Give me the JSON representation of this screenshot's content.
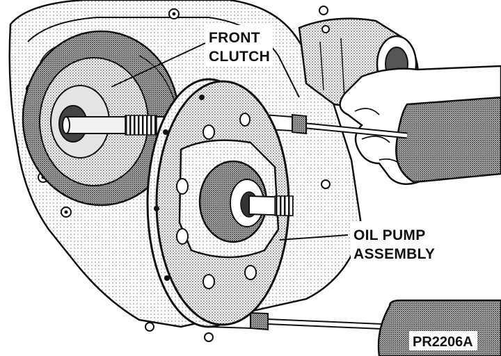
{
  "labels": {
    "front_clutch_line1": "FRONT",
    "front_clutch_line2": "CLUTCH",
    "oil_pump_line1": "OIL PUMP",
    "oil_pump_line2": "ASSEMBLY"
  },
  "figure_id": "PR2206A",
  "colors": {
    "ink": "#111111",
    "paper": "#ffffff",
    "shade": "#c8c8c8",
    "dark_shade": "#8a8a8a"
  }
}
